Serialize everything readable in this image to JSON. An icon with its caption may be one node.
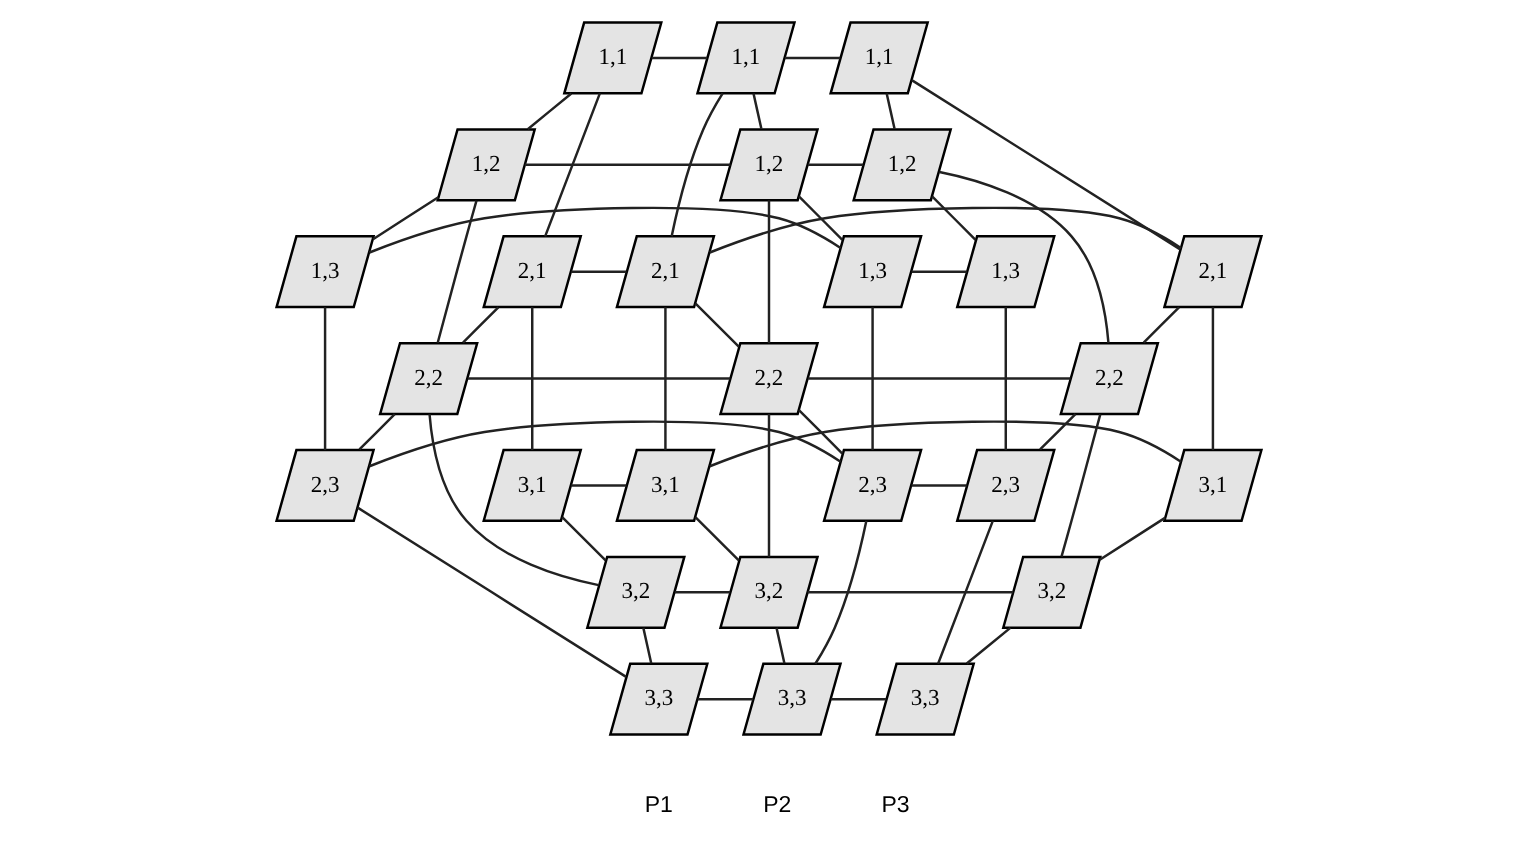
{
  "diagram": {
    "nodes": [
      {
        "text": [
          "1,1"
        ]
      },
      {
        "text": [
          "1,2"
        ]
      },
      {
        "text": [
          "1,3"
        ]
      },
      {
        "text": [
          "2,1"
        ]
      },
      {
        "text": [
          "2,2"
        ]
      },
      {
        "text": [
          "2,3"
        ]
      },
      {
        "text": [
          "3,1"
        ]
      },
      {
        "text": [
          "3,2"
        ]
      },
      {
        "text": [
          "3,3"
        ]
      },
      {
        "text": [
          "1,1"
        ]
      },
      {
        "text": [
          "1,2"
        ]
      },
      {
        "text": [
          "1,3"
        ]
      },
      {
        "text": [
          "2,1"
        ]
      },
      {
        "text": [
          "2,2"
        ]
      },
      {
        "text": [
          "2,3"
        ]
      },
      {
        "text": [
          "3,1"
        ]
      },
      {
        "text": [
          "3,2"
        ]
      },
      {
        "text": [
          "3,3"
        ]
      },
      {
        "text": [
          "1,1"
        ]
      },
      {
        "text": [
          "1,2"
        ]
      },
      {
        "text": [
          "1,3"
        ]
      },
      {
        "text": [
          "2,1"
        ]
      },
      {
        "text": [
          "2,2"
        ]
      },
      {
        "text": [
          "2,3"
        ]
      },
      {
        "text": [
          "3,1"
        ]
      },
      {
        "text": [
          "3,2"
        ]
      },
      {
        "text": [
          "3,3"
        ]
      }
    ],
    "edges": [
      {
        "from": 0,
        "to": 1,
        "arrow": "none"
      },
      {
        "from": 1,
        "to": 2,
        "arrow": "none"
      },
      {
        "from": 3,
        "to": 4,
        "arrow": "none"
      },
      {
        "from": 4,
        "to": 5,
        "arrow": "none"
      },
      {
        "from": 6,
        "to": 7,
        "arrow": "none"
      },
      {
        "from": 7,
        "to": 8,
        "arrow": "none"
      },
      {
        "from": 0,
        "to": 3,
        "arrow": "none"
      },
      {
        "from": 3,
        "to": 6,
        "arrow": "none"
      },
      {
        "from": 1,
        "to": 4,
        "arrow": "none"
      },
      {
        "from": 4,
        "to": 7,
        "arrow": "none"
      },
      {
        "from": 2,
        "to": 5,
        "arrow": "none"
      },
      {
        "from": 5,
        "to": 8,
        "arrow": "none"
      },
      {
        "from": 9,
        "to": 10,
        "arrow": "none"
      },
      {
        "from": 10,
        "to": 11,
        "arrow": "none"
      },
      {
        "from": 12,
        "to": 13,
        "arrow": "none"
      },
      {
        "from": 13,
        "to": 14,
        "arrow": "none"
      },
      {
        "from": 15,
        "to": 16,
        "arrow": "none"
      },
      {
        "from": 16,
        "to": 17,
        "arrow": "none"
      },
      {
        "from": 9,
        "to": 12,
        "arrow": "none"
      },
      {
        "from": 12,
        "to": 15,
        "arrow": "none"
      },
      {
        "from": 10,
        "to": 13,
        "arrow": "none"
      },
      {
        "from": 13,
        "to": 16,
        "arrow": "none"
      },
      {
        "from": 11,
        "to": 14,
        "arrow": "none"
      },
      {
        "from": 14,
        "to": 17,
        "arrow": "none"
      },
      {
        "from": 18,
        "to": 19,
        "arrow": "none"
      },
      {
        "from": 19,
        "to": 20,
        "arrow": "none"
      },
      {
        "from": 21,
        "to": 22,
        "arrow": "none"
      },
      {
        "from": 22,
        "to": 23,
        "arrow": "none"
      },
      {
        "from": 24,
        "to": 25,
        "arrow": "none"
      },
      {
        "from": 25,
        "to": 26,
        "arrow": "none"
      },
      {
        "from": 18,
        "to": 21,
        "arrow": "none"
      },
      {
        "from": 21,
        "to": 24,
        "arrow": "none"
      },
      {
        "from": 19,
        "to": 22,
        "arrow": "none"
      },
      {
        "from": 22,
        "to": 25,
        "arrow": "none"
      },
      {
        "from": 20,
        "to": 23,
        "arrow": "none"
      },
      {
        "from": 23,
        "to": 26,
        "arrow": "none"
      },
      {
        "from": 0,
        "to": 9,
        "arrow": "none"
      },
      {
        "from": 1,
        "to": 10,
        "arrow": "none"
      },
      {
        "from": 2,
        "to": 11,
        "arrow": "none"
      },
      {
        "from": 3,
        "to": 12,
        "arrow": "none"
      },
      {
        "from": 4,
        "to": 13,
        "arrow": "none"
      },
      {
        "from": 5,
        "to": 14,
        "arrow": "none"
      },
      {
        "from": 6,
        "to": 15,
        "arrow": "none"
      },
      {
        "from": 7,
        "to": 16,
        "arrow": "none"
      },
      {
        "from": 8,
        "to": 17,
        "arrow": "none"
      },
      {
        "from": 9,
        "to": 18,
        "arrow": "none"
      },
      {
        "from": 10,
        "to": 19,
        "arrow": "none"
      },
      {
        "from": 11,
        "to": 20,
        "arrow": "none"
      },
      {
        "from": 12,
        "to": 21,
        "arrow": "none"
      },
      {
        "from": 13,
        "to": 22,
        "arrow": "none"
      },
      {
        "from": 14,
        "to": 23,
        "arrow": "none"
      },
      {
        "from": 15,
        "to": 24,
        "arrow": "none"
      },
      {
        "from": 16,
        "to": 25,
        "arrow": "none"
      },
      {
        "from": 17,
        "to": 26,
        "arrow": "none"
      }
    ],
    "labels": [
      "P1",
      "P2",
      "P3"
    ]
  }
}
